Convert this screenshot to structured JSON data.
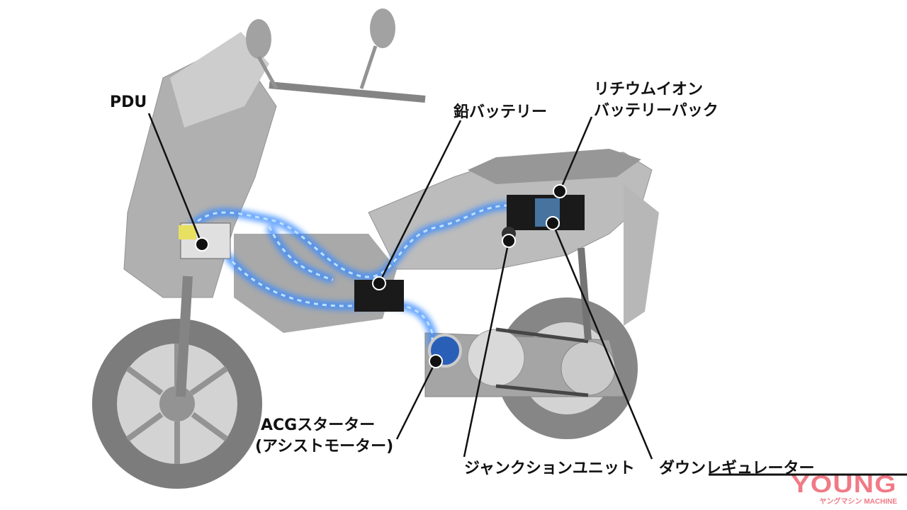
{
  "labels": {
    "pdu": "PDU",
    "lead_battery": "鉛バッテリー",
    "lithium_line1": "リチウムイオン",
    "lithium_line2": "バッテリーパック",
    "acg_line1": "ACGスターター",
    "acg_line2": "(アシストモーター)",
    "junction": "ジャンクションユニット",
    "down_regulator": "ダウンレギュレーター"
  },
  "logo": {
    "main": "YOUNG",
    "sub_kana": "ヤングマシン",
    "sub": "MACHINE"
  },
  "colors": {
    "wiring": "#3a8cff",
    "body": "#9a9a9a",
    "logo": "#f07a86"
  }
}
